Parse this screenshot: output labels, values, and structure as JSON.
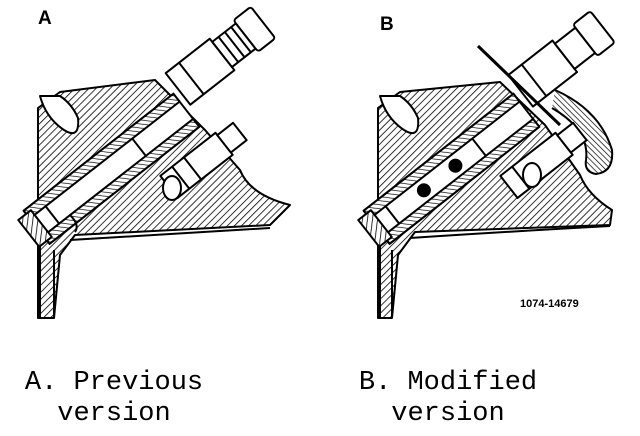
{
  "panels": [
    {
      "letter": "A",
      "caption_line1": "A. Previous",
      "caption_line2": "version"
    },
    {
      "letter": "B",
      "caption_line1": "B. Modified",
      "caption_line2": "version"
    }
  ],
  "figure_code": "1074-14679"
}
